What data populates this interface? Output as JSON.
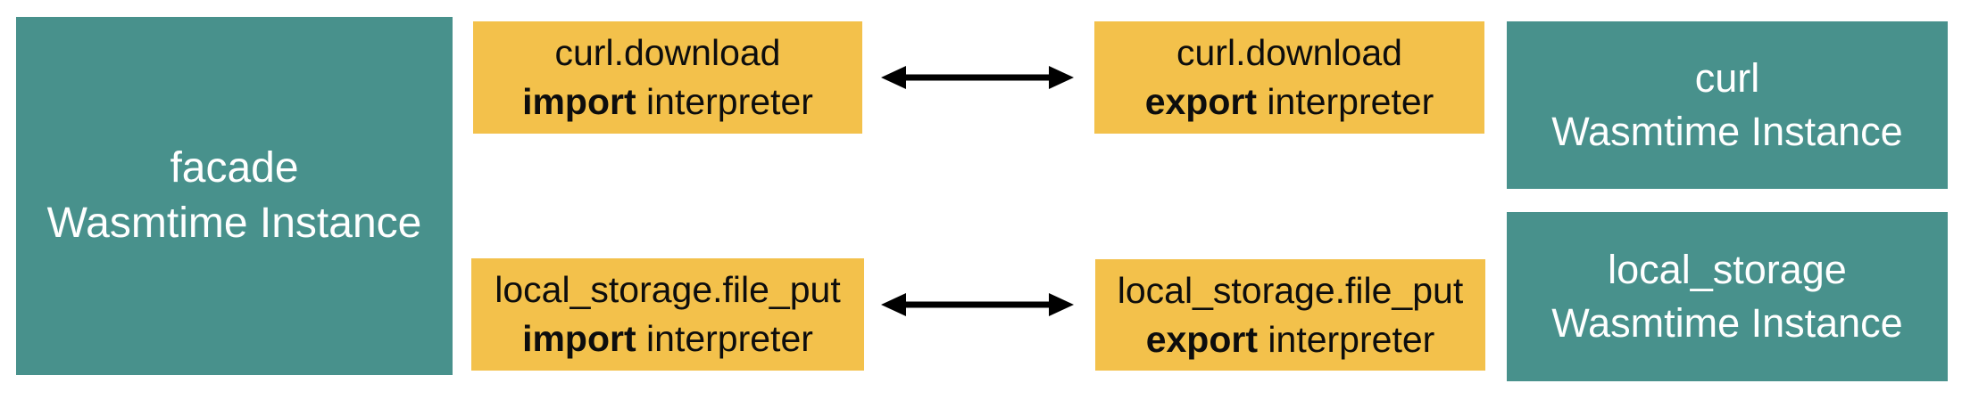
{
  "colors": {
    "teal": "#48918C",
    "yellow": "#F3C14B",
    "arrow": "#000000",
    "text_on_teal": "#FFFFFF",
    "text_on_yellow": "#0D0D0D"
  },
  "boxes": {
    "facade": {
      "title": "facade",
      "subtitle": "Wasmtime Instance"
    },
    "curl_import": {
      "function": "curl.download",
      "keyword": "import",
      "rest": "interpreter"
    },
    "curl_export": {
      "function": "curl.download",
      "keyword": "export",
      "rest": "interpreter"
    },
    "curl_instance": {
      "title": "curl",
      "subtitle": "Wasmtime Instance"
    },
    "ls_import": {
      "function": "local_storage.file_put",
      "keyword": "import",
      "rest": "interpreter"
    },
    "ls_export": {
      "function": "local_storage.file_put",
      "keyword": "export",
      "rest": "interpreter"
    },
    "ls_instance": {
      "title": "local_storage",
      "subtitle": "Wasmtime Instance"
    }
  }
}
